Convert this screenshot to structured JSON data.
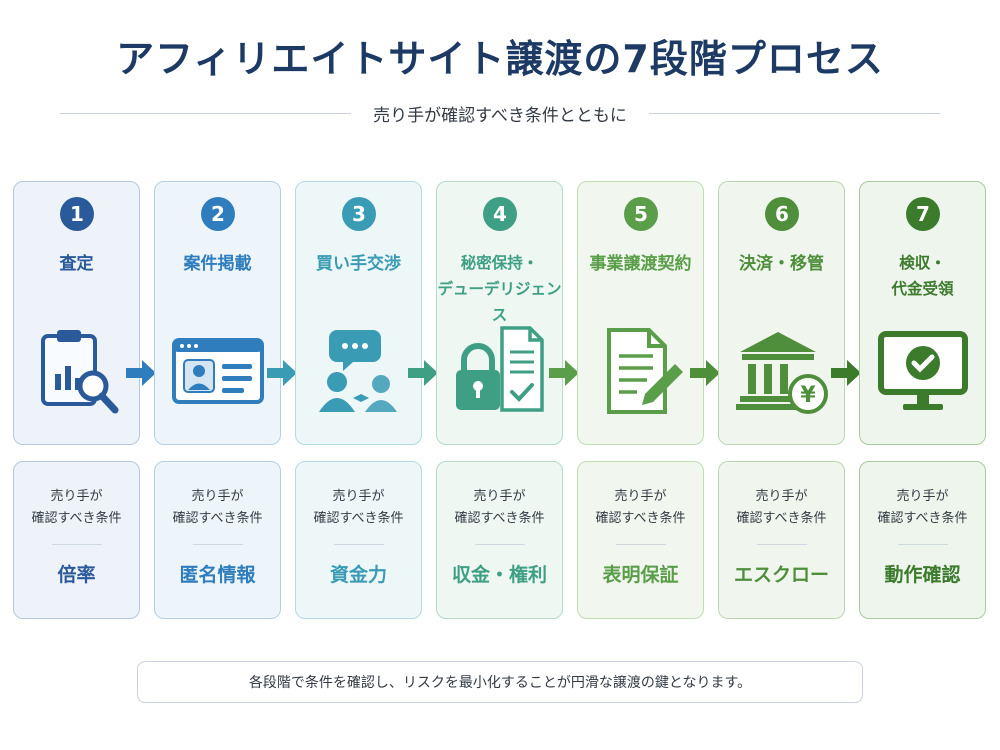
{
  "title": "アフィリエイトサイト譲渡の7段階プロセス",
  "subtitle": "売り手が確認すべき条件とともに",
  "condition_label": [
    "売り手が",
    "確認すべき条件"
  ],
  "steps": [
    {
      "number": "1",
      "title": [
        "査定"
      ],
      "icon": "clipboard-chart-search-icon",
      "condition": "倍率",
      "accent": "#2a5a9a",
      "card_bg": "#eef3f9",
      "border": "#b7c8de"
    },
    {
      "number": "2",
      "title": [
        "案件掲載"
      ],
      "icon": "web-profile-listing-icon",
      "condition": "匿名情報",
      "accent": "#2f7dbd",
      "card_bg": "#edf5fa",
      "border": "#b3d1e6"
    },
    {
      "number": "3",
      "title": [
        "買い手交渉"
      ],
      "icon": "negotiation-people-chat-icon",
      "condition": "資金力",
      "accent": "#3a9bb5",
      "card_bg": "#edf7f8",
      "border": "#b2dbe2"
    },
    {
      "number": "4",
      "title": [
        "秘密保持・",
        "デューデリジェンス"
      ],
      "icon": "lock-document-check-icon",
      "condition": "収金・権利",
      "accent": "#3f9f85",
      "card_bg": "#eef7f2",
      "border": "#b4dcc8"
    },
    {
      "number": "5",
      "title": [
        "事業譲渡契約"
      ],
      "icon": "contract-pen-icon",
      "condition": "表明保証",
      "accent": "#5a9e4a",
      "card_bg": "#f1f7ee",
      "border": "#c1dcb4"
    },
    {
      "number": "6",
      "title": [
        "決済・移管"
      ],
      "icon": "bank-yen-icon",
      "condition": "エスクロー",
      "accent": "#4f8f3c",
      "card_bg": "#f0f6ee",
      "border": "#bcd7b0"
    },
    {
      "number": "7",
      "title": [
        "検収・",
        "代金受領"
      ],
      "icon": "monitor-check-icon",
      "condition": "動作確認",
      "accent": "#3c7a2c",
      "card_bg": "#eef5ec",
      "border": "#a9cc9c"
    }
  ],
  "footer": "各段階で条件を確認し、リスクを最小化することが円滑な譲渡の鍵となります。"
}
